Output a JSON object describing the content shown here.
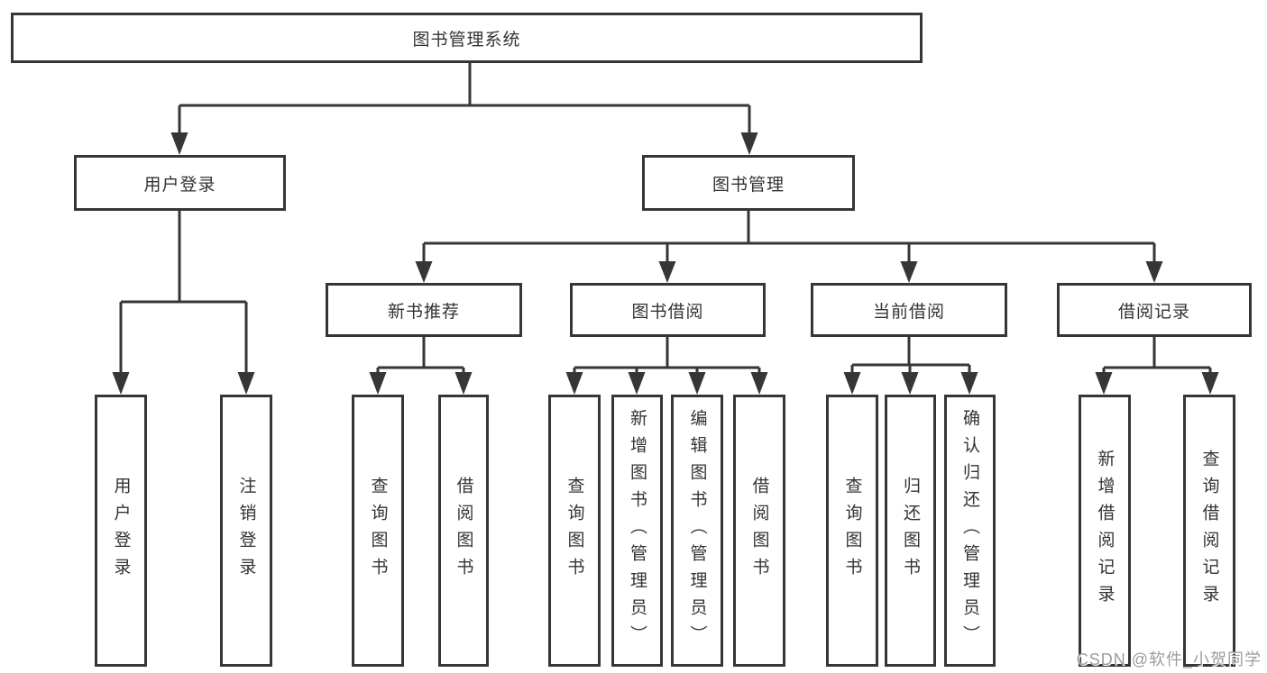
{
  "colors": {
    "line": "#363636",
    "box_border": "#363636",
    "text": "#333333",
    "background": "#ffffff",
    "watermark_text": "#9c9c9c"
  },
  "diagram": {
    "root": {
      "label": "图书管理系统"
    },
    "level2": [
      {
        "label": "用户登录"
      },
      {
        "label": "图书管理"
      }
    ],
    "level3": [
      {
        "label": "新书推荐"
      },
      {
        "label": "图书借阅"
      },
      {
        "label": "当前借阅"
      },
      {
        "label": "借阅记录"
      }
    ],
    "leaves": {
      "user_login": [
        {
          "label": "用户登录"
        },
        {
          "label": "注销登录"
        }
      ],
      "new_book_recommend": [
        {
          "label": "查询图书"
        },
        {
          "label": "借阅图书"
        }
      ],
      "book_borrow": [
        {
          "label": "查询图书"
        },
        {
          "label": "新增图书（管理员）"
        },
        {
          "label": "编辑图书（管理员）"
        },
        {
          "label": "借阅图书"
        }
      ],
      "current_borrow": [
        {
          "label": "查询图书"
        },
        {
          "label": "归还图书"
        },
        {
          "label": "确认归还（管理员）"
        }
      ],
      "borrow_records": [
        {
          "label": "新增借阅记录"
        },
        {
          "label": "查询借阅记录"
        }
      ]
    }
  },
  "watermark": {
    "text": "CSDN @软件_小贺同学"
  }
}
